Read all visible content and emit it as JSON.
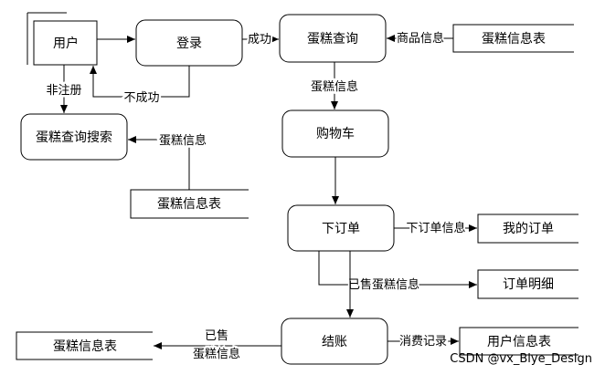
{
  "diagram": {
    "entities": {
      "user": "用户"
    },
    "processes": {
      "login": "登录",
      "cake_query": "蛋糕查询",
      "cake_search": "蛋糕查询搜索",
      "cart": "购物车",
      "place_order": "下订单",
      "checkout": "结账"
    },
    "stores": {
      "cake_info_top": "蛋糕信息表",
      "cake_info_mid": "蛋糕信息表",
      "my_orders": "我的订单",
      "order_detail": "订单明细",
      "user_info": "用户信息表",
      "cake_info_bottom": "蛋糕信息表"
    },
    "flows": {
      "success": "成功",
      "product_info": "商品信息",
      "non_registered": "非注册",
      "fail": "不成功",
      "cake_info_to_cart": "蛋糕信息",
      "cake_info_to_search": "蛋糕信息",
      "order_info": "下订单信息",
      "sold_cake_info": "已售蛋糕信息",
      "consumption_record": "消费记录",
      "sold_line1": "已售",
      "sold_line2": "蛋糕信息"
    },
    "watermark": "CSDN @vx_Biye_Design"
  }
}
